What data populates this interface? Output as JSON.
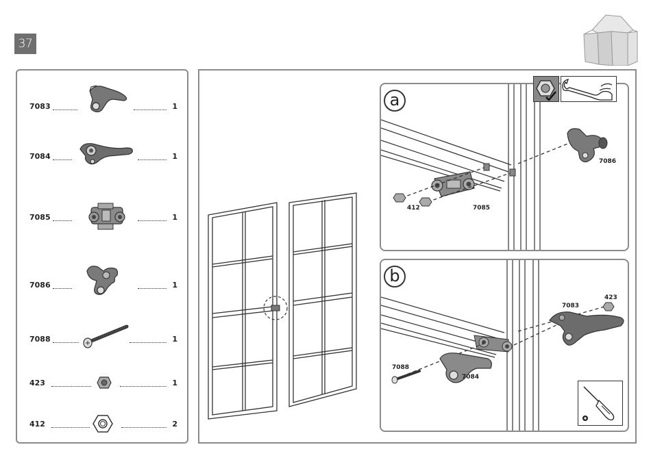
{
  "page": {
    "step_number": "37"
  },
  "parts": [
    {
      "code": "7083",
      "qty": "1",
      "icon": "latch-hook-icon"
    },
    {
      "code": "7084",
      "qty": "1",
      "icon": "latch-handle-icon"
    },
    {
      "code": "7085",
      "qty": "1",
      "icon": "bracket-plate-icon"
    },
    {
      "code": "7086",
      "qty": "1",
      "icon": "latch-receiver-icon"
    },
    {
      "code": "7088",
      "qty": "1",
      "icon": "bolt-icon"
    },
    {
      "code": "423",
      "qty": "1",
      "icon": "cap-nut-icon"
    },
    {
      "code": "412",
      "qty": "2",
      "icon": "hex-nut-icon"
    }
  ],
  "detail_a": {
    "letter": "a",
    "labels": {
      "nut": "412",
      "plate": "7085",
      "receiver": "7086"
    },
    "tools": [
      "nut-check-icon",
      "wrench-icon"
    ]
  },
  "detail_b": {
    "letter": "b",
    "labels": {
      "bolt": "7088",
      "handle": "7084",
      "hook": "7083",
      "capnut": "423"
    },
    "tools": [
      "screwdriver-icon"
    ]
  }
}
